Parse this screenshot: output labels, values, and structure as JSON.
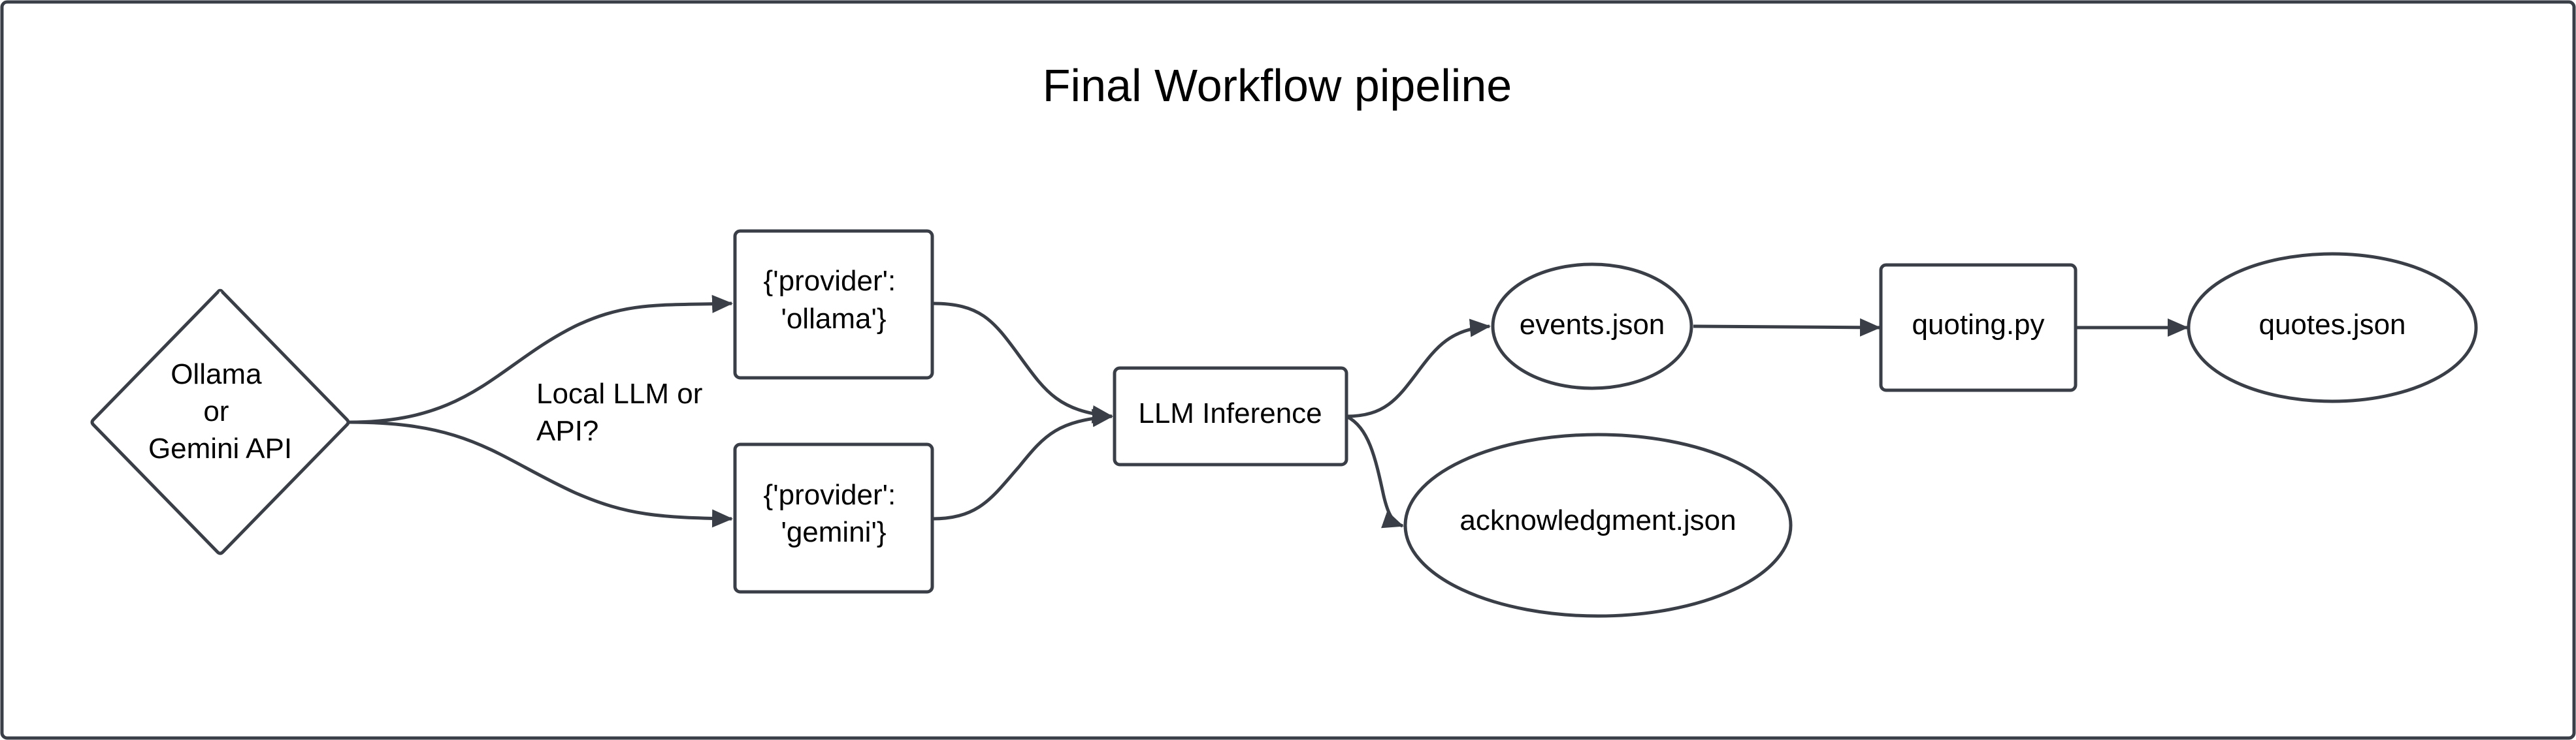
{
  "diagram": {
    "title": "Final Workflow pipeline",
    "edge_label": [
      "Local LLM or",
      "API?"
    ],
    "nodes": {
      "decision": [
        "Ollama",
        "or",
        "Gemini API"
      ],
      "ollama_config": [
        "{'provider':",
        "'ollama'}"
      ],
      "gemini_config": [
        "{'provider':",
        "'gemini'}"
      ],
      "llm_inference": [
        "LLM Inference"
      ],
      "events_json": [
        "events.json"
      ],
      "acknowledgment_json": [
        "acknowledgment.json"
      ],
      "quoting_py": [
        "quoting.py"
      ],
      "quotes_json": [
        "quotes.json"
      ]
    },
    "colors": {
      "stroke": "#3a3f47",
      "text": "#000000",
      "background": "#ffffff"
    }
  }
}
